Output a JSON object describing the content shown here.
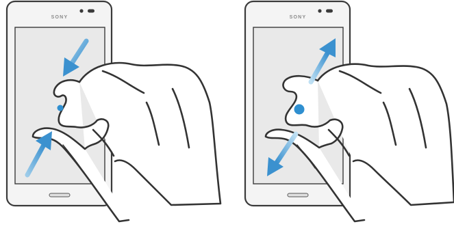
{
  "panels": [
    {
      "id": "pinch-in",
      "brand": "SONY"
    },
    {
      "id": "pinch-out",
      "brand": "SONY"
    }
  ],
  "colors": {
    "arrow": "#3b91cf",
    "arrow_light": "#9ccbe9",
    "touch_dot": "#2f8fd0",
    "outline": "#3a3a3a",
    "phone_body": "#f4f4f4",
    "screen": "#e9e9e9"
  },
  "icons": {
    "pinch_in": "pinch-in-gesture-icon",
    "pinch_out": "pinch-out-gesture-icon"
  }
}
